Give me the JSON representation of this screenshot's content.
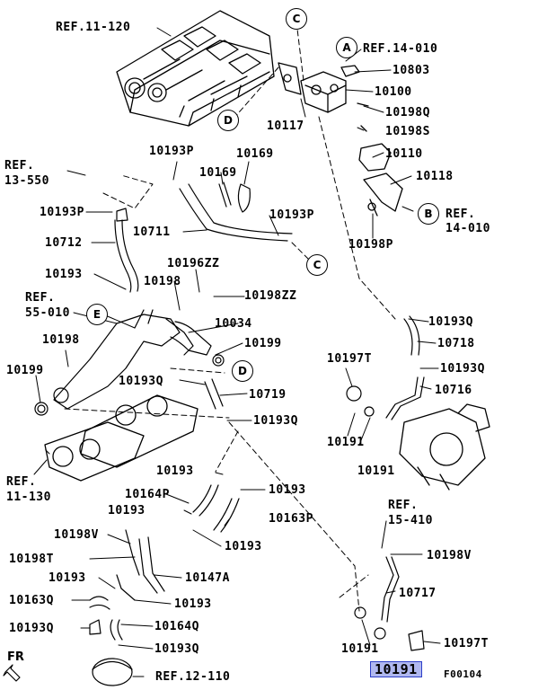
{
  "labels": {
    "ref_11_120": "REF.11-120",
    "ref_14_010_top": "REF.14-010",
    "p10803": "10803",
    "p10100": "10100",
    "p10198q": "10198Q",
    "p10117": "10117",
    "p10198s": "10198S",
    "ref_13_550_a": "REF.",
    "ref_13_550_b": "13-550",
    "p10193p_a": "10193P",
    "p10169_a": "10169",
    "p10169_b": "10169",
    "p10110": "10110",
    "p10118": "10118",
    "p10193p_b": "10193P",
    "p10711": "10711",
    "p10193p_c": "10193P",
    "ref_14_010_b_a": "REF.",
    "ref_14_010_b_b": "14-010",
    "p10198p": "10198P",
    "p10712": "10712",
    "p10196zz": "10196ZZ",
    "p10193_a": "10193",
    "p10198_a": "10198",
    "p10198zz": "10198ZZ",
    "ref_55_010_a": "REF.",
    "ref_55_010_b": "55-010",
    "p10034": "10034",
    "p10193q_a": "10193Q",
    "p10198_b": "10198",
    "p10199_a": "10199",
    "p10718": "10718",
    "p10199_b": "10199",
    "p10197t_a": "10197T",
    "p10193q_b": "10193Q",
    "p10193q_c": "10193Q",
    "p10719": "10719",
    "p10716": "10716",
    "p10193q_d": "10193Q",
    "p10191_a": "10191",
    "p10191_b": "10191",
    "ref_11_130_a": "REF.",
    "ref_11_130_b": "11-130",
    "p10193_b": "10193",
    "p10193_c": "10193",
    "p10164p": "10164P",
    "ref_15_410_a": "REF.",
    "ref_15_410_b": "15-410",
    "p10193_d": "10193",
    "p10163p": "10163P",
    "p10198v_a": "10198V",
    "p10193_e": "10193",
    "p10198v_b": "10198V",
    "p10198t": "10198T",
    "p10193_f": "10193",
    "p10147a": "10147A",
    "p10717": "10717",
    "p10163q": "10163Q",
    "p10193_g": "10193",
    "p10193q_e": "10193Q",
    "p10164q": "10164Q",
    "p10193q_f": "10193Q",
    "p10191_c": "10191",
    "p10197t_b": "10197T",
    "ref_12_110": "REF.12-110",
    "fr": "FR",
    "highlight": "10191",
    "figure_code": "F00104"
  },
  "callouts": {
    "a": "A",
    "b": "B",
    "c_top": "C",
    "c_mid": "C",
    "d_top": "D",
    "d_mid": "D",
    "e": "E"
  },
  "highlight_color": "#b0b8f0"
}
